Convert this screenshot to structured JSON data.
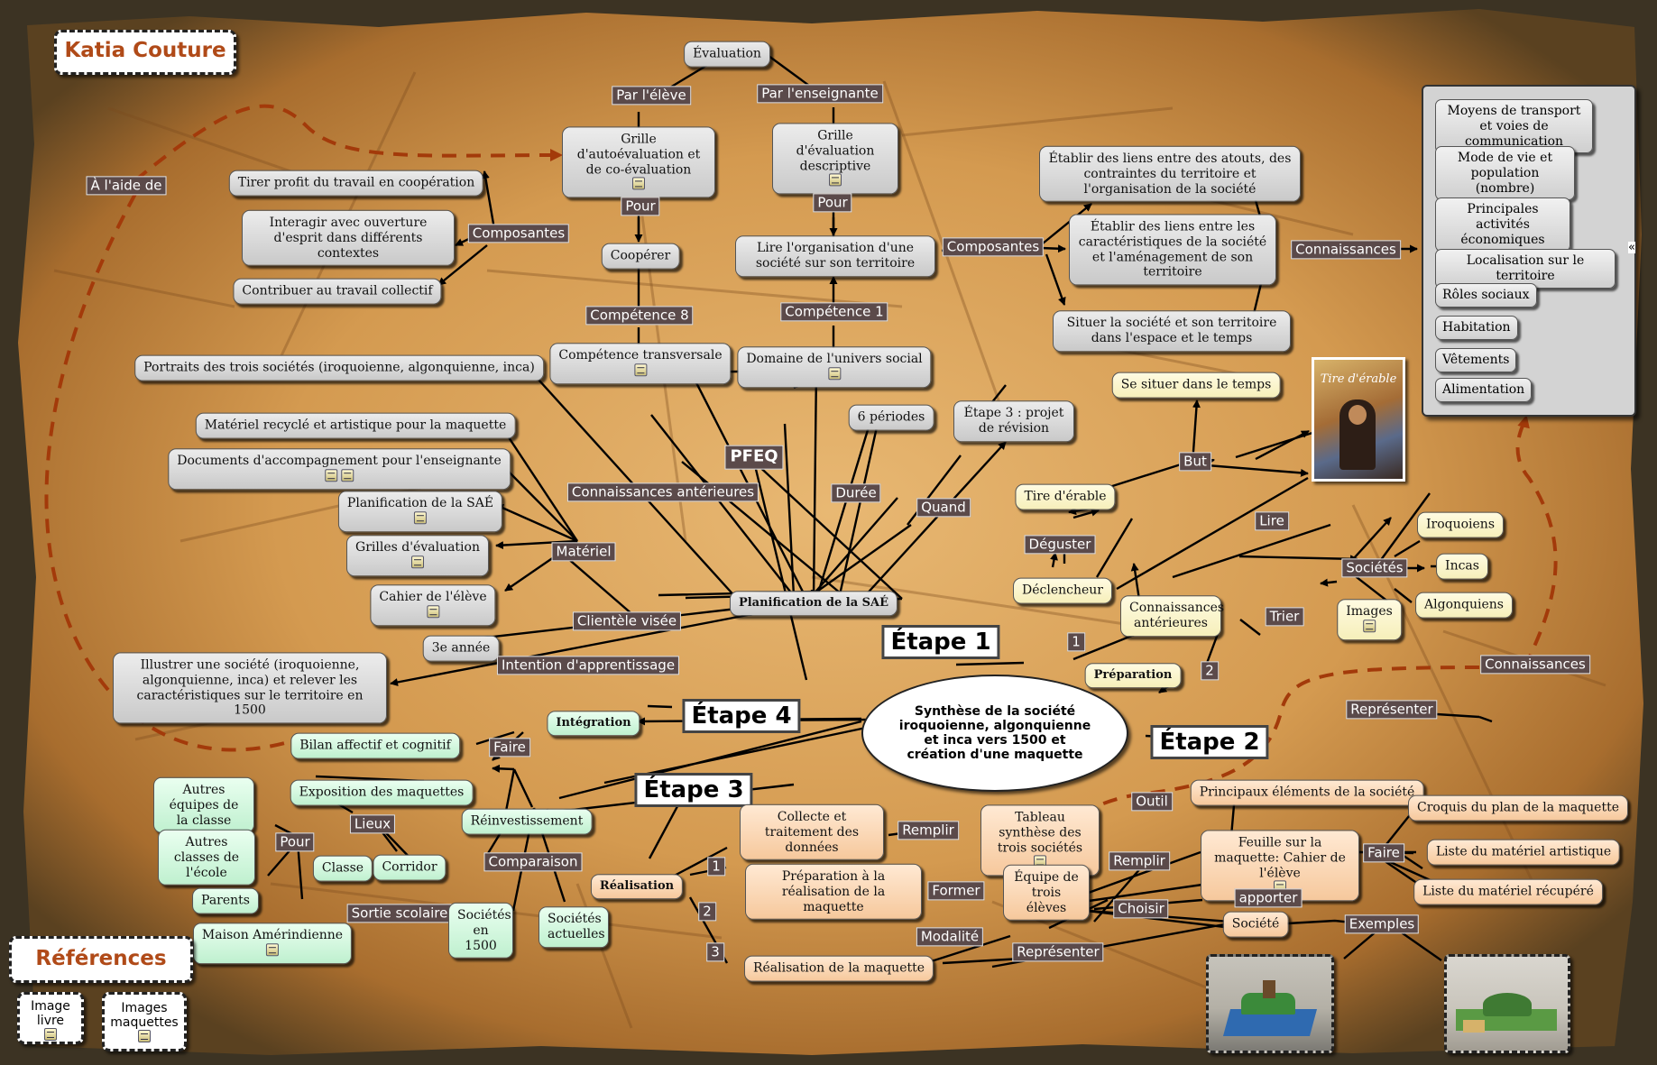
{
  "author": "Katia Couture",
  "center": "Synthèse de la société iroquoienne, algonquienne et inca vers 1500 et création d'une maquette",
  "etapes": {
    "e1": "Étape 1",
    "e2": "Étape 2",
    "e3": "Étape 3",
    "e4": "Étape 4"
  },
  "nodes": {
    "evaluation": "Évaluation",
    "grille_auto": "Grille d'autoévaluation et de co-évaluation",
    "grille_desc": "Grille d'évaluation descriptive",
    "tirer": "Tirer profit du travail en coopération",
    "interagir": "Interagir avec ouverture d'esprit dans différents contextes",
    "contribuer": "Contribuer au travail collectif",
    "cooperer": "Coopérer",
    "lire_org": "Lire l'organisation d'une société sur son territoire",
    "liens_atouts": "Établir des liens entre des atouts, des contraintes du territoire et l'organisation de la société",
    "liens_carac": "Établir des liens entre les caractéristiques de la société et l'aménagement de son territoire",
    "situer": "Situer la société et son territoire dans l'espace et le temps",
    "comp_trans": "Compétence transversale",
    "domaine": "Domaine de l'univers social",
    "portraits": "Portraits des trois sociétés (iroquoienne, algonquienne, inca)",
    "six_periodes": "6 périodes",
    "etape3_proj": "Étape 3 : projet de révision",
    "mat_recycle": "Matériel recyclé et artistique pour la maquette",
    "docs_accomp": "Documents d'accompagnement pour l'enseignante",
    "planif_sae_n": "Planification de la SAÉ",
    "grilles_eval": "Grilles d'évaluation",
    "cahier": "Cahier de l'élève",
    "planif": "Planification de la SAÉ",
    "annee": "3e année",
    "illustrer": "Illustrer une société (iroquoienne, algonquienne, inca) et relever les caractéristiques sur le territoire en 1500",
    "se_situer": "Se situer dans le temps",
    "tire": "Tire d'érable",
    "declencheur": "Déclencheur",
    "conn_ant": "Connaissances antérieures",
    "images": "Images",
    "iroquoiens": "Iroquoiens",
    "incas": "Incas",
    "algonquiens": "Algonquiens",
    "preparation": "Préparation",
    "integration": "Intégration",
    "bilan": "Bilan affectif et cognitif",
    "expo": "Exposition des maquettes",
    "reinvest": "Réinvestissement",
    "autres_eq": "Autres équipes de la classe",
    "autres_cl": "Autres classes de l'école",
    "parents": "Parents",
    "classe": "Classe",
    "corridor": "Corridor",
    "maison": "Maison Amérindienne",
    "soc1500": "Sociétés en 1500",
    "socact": "Sociétés actuelles",
    "realisation": "Réalisation",
    "collecte": "Collecte et traitement des données",
    "prepa_real": "Préparation à la réalisation de la maquette",
    "real_maq": "Réalisation de la maquette",
    "tableau": "Tableau synthèse des trois sociétés",
    "equipe": "Équipe de trois élèves",
    "principaux": "Principaux éléments de la société",
    "feuille": "Feuille sur la maquette: Cahier de l'élève",
    "croquis": "Croquis du plan de la maquette",
    "liste_art": "Liste du matériel artistique",
    "liste_rec": "Liste du matériel récupéré",
    "societe": "Société"
  },
  "links": {
    "par_eleve": "Par l'élève",
    "par_ens": "Par l'enseignante",
    "pour1": "Pour",
    "pour2": "Pour",
    "comp_a": "Composantes",
    "comp_b": "Composantes",
    "comp8": "Compétence 8",
    "comp1": "Compétence 1",
    "connaissances": "Connaissances",
    "a_laide": "À l'aide de",
    "pfeq": "PFEQ",
    "conn_ant_l": "Connaissances antérieures",
    "duree": "Durée",
    "quand": "Quand",
    "materiel": "Matériel",
    "clientele": "Clientèle visée",
    "intention": "Intention d'apprentissage",
    "but": "But",
    "deguster": "Déguster",
    "lire": "Lire",
    "societes": "Sociétés",
    "trier": "Trier",
    "un": "1",
    "deux": "2",
    "conn_right": "Connaissances",
    "representer": "Représenter",
    "faire1": "Faire",
    "lieux": "Lieux",
    "pour3": "Pour",
    "comparaison": "Comparaison",
    "sortie": "Sortie scolaire",
    "outil": "Outil",
    "remplir1": "Remplir",
    "remplir2": "Remplir",
    "faire2": "Faire",
    "former": "Former",
    "r1": "1",
    "r2": "2",
    "r3": "3",
    "modalite": "Modalité",
    "representer2": "Représenter",
    "choisir": "Choisir",
    "apporter": "apporter",
    "exemples": "Exemples"
  },
  "panel": [
    "Moyens de transport et voies de communication",
    "Mode de vie et population (nombre)",
    "Principales activités économiques",
    "Localisation sur le territoire",
    "Rôles sociaux",
    "Habitation",
    "Vêtements",
    "Alimentation"
  ],
  "book_title": "Tire d'érable",
  "references": {
    "title": "Références",
    "image_livre": "Image livre",
    "images_maquettes": "Images maquettes"
  }
}
